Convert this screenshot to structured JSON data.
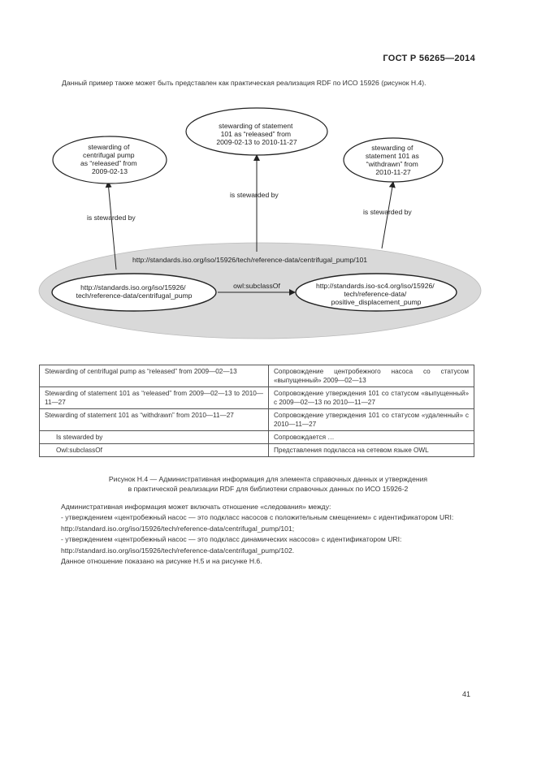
{
  "header": {
    "doc_id": "ГОСТ Р 56265—2014"
  },
  "intro": "Данный пример также может быть представлен как практическая реализация RDF по ИСО 15926 (рисунок Н.4).",
  "diagram": {
    "top_node": [
      "stewarding of statement",
      "101 as “released” from",
      "2009-02-13 to 2010-11-27"
    ],
    "left_node": [
      "stewarding of",
      "centrifugal pump",
      "as “released” from",
      "2009-02-13"
    ],
    "right_node": [
      "stewarding of",
      "statement 101 as",
      "“withdrawn” from",
      "2010-11-27"
    ],
    "edge_left": "is stewarded by",
    "edge_middle": "is stewarded by",
    "edge_right": "is stewarded by",
    "outer_uri": "http://standards.iso.org/iso/15926/tech/reference-data/centrifugal_pump/101",
    "inner_left": [
      "http://standards.iso.org/iso/15926/",
      "tech/reference-data/centrifugal_pump"
    ],
    "inner_right": [
      "http://standards.iso-sc4.org/iso/15926/",
      "tech/reference-data/",
      "positive_displacement_pump"
    ],
    "subclass_edge": "owl:subclassOf"
  },
  "table": [
    {
      "en": "Stewarding of centrifugal pump as “released” from 2009—02—13",
      "ru": "Сопровождение центробежного насоса со статусом «выпущенный» 2009—02—13"
    },
    {
      "en": "Stewarding of statement 101 as “released” from 2009—02—13 to 2010—11—27",
      "ru": "Сопровождение утверждения 101 со статусом «выпущенный» с 2009—02—13 по 2010—11—27"
    },
    {
      "en": "Stewarding of statement 101 as “withdrawn” from 2010—11—27",
      "ru": "Сопровождение утверждения 101 со статусом «удаленный» с 2010—11—27"
    },
    {
      "en": "Is stewarded by",
      "ru": "Сопровождается …"
    },
    {
      "en": "Owl:subclassOf",
      "ru": "Представления подкласса на сетевом языке OWL"
    }
  ],
  "caption": {
    "line1": "Рисунок Н.4 — Административная информация для элемента справочных данных и утверждения",
    "line2": "в практической реализации RDF для библиотеки справочных данных по ИСО 15926-2"
  },
  "body": {
    "l1": "Административная информация может включать отношение «следования» между:",
    "l2": "- утверждением «центробежный насос — это подкласс насосов с положительным смещением» с идентификатором URI:",
    "l3": "http://standard.iso.org/iso/15926/tech/reference-data/centrifugal_pump/101;",
    "l4": "- утверждением «центробежный насос — это подкласс динамических насосов» с идентификатором URI:",
    "l5": "http://standard.iso.org/iso/15926/tech/reference-data/centrifugal_pump/102.",
    "l6": "Данное отношение показано на рисунке Н.5 и на рисунке Н.6."
  },
  "page_number": "41"
}
